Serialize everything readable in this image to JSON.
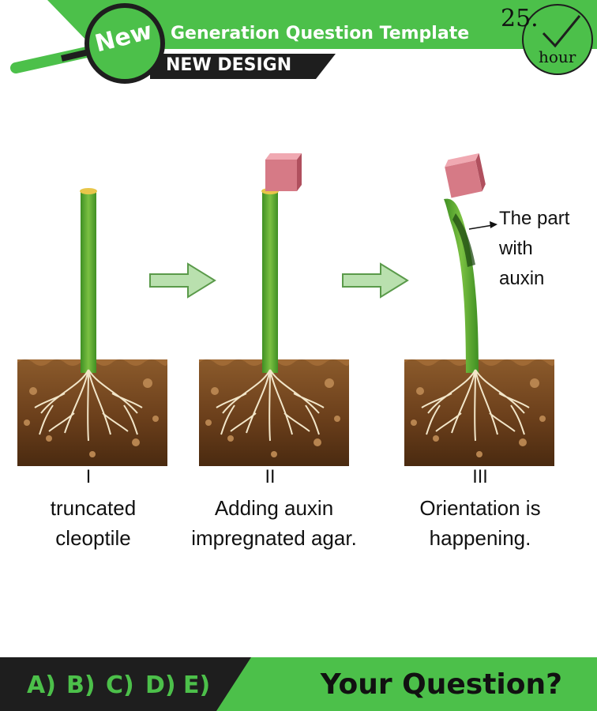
{
  "header": {
    "badge": "New",
    "title": "Generation Question Template",
    "subtitle": "NEW DESIGN",
    "timer_number": "25.",
    "timer_unit": "hour",
    "accent_color": "#4cc04a"
  },
  "diagram": {
    "stages": [
      {
        "numeral": "I",
        "line1": "truncated",
        "line2": "cleoptile"
      },
      {
        "numeral": "II",
        "line1": "Adding auxin",
        "line2": "impregnated agar."
      },
      {
        "numeral": "III",
        "line1": "Orientation is",
        "line2": "happening."
      }
    ],
    "annotation": {
      "line1": "The part",
      "line2": "with",
      "line3": "auxin"
    }
  },
  "footer": {
    "options": [
      "A)",
      "B)",
      "C)",
      "D)",
      "E)"
    ],
    "question": "Your Question?",
    "dark_color": "#1e1e1e",
    "green_color": "#4cc04a"
  }
}
